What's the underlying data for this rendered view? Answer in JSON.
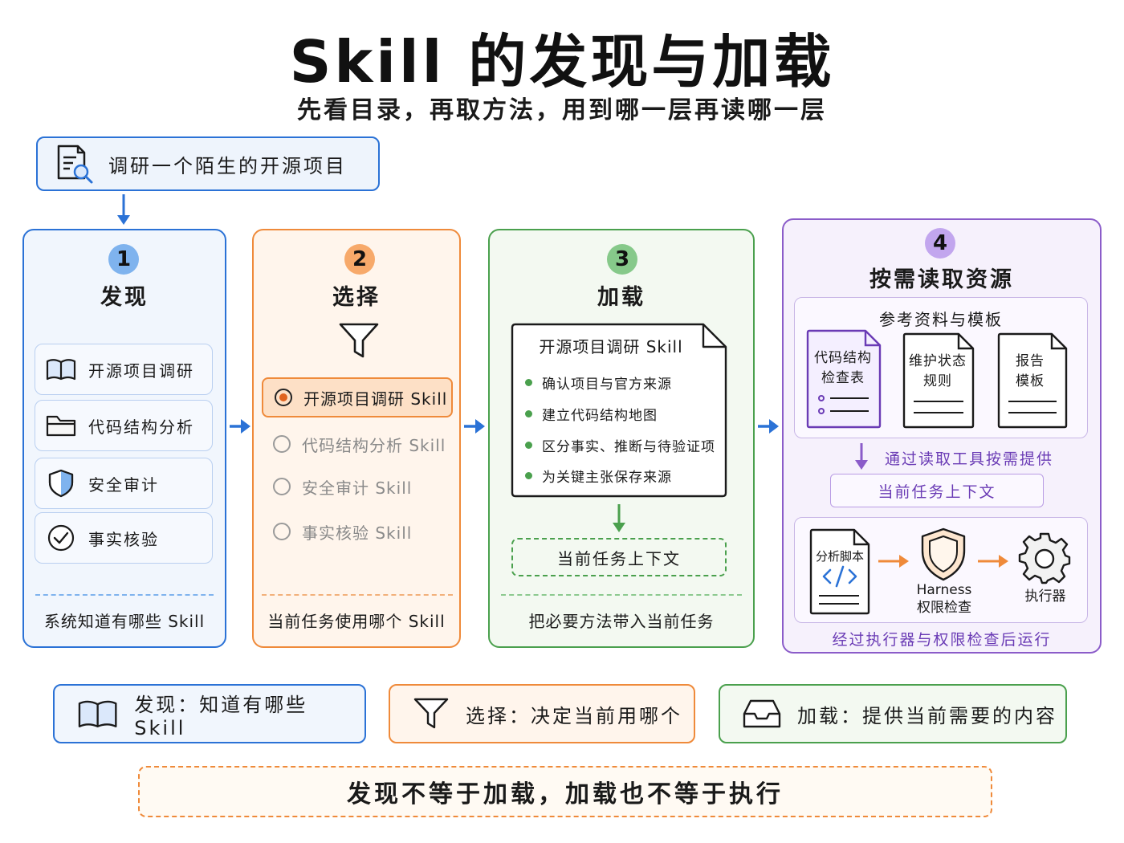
{
  "header": {
    "title": "Skill 的发现与加载",
    "subtitle": "先看目录，再取方法，用到哪一层再读哪一层"
  },
  "task": {
    "label": "调研一个陌生的开源项目",
    "icon": "document-search-icon"
  },
  "stages": [
    {
      "number": "1",
      "title": "发现",
      "badge_color": "#7fb3ee",
      "items": [
        {
          "label": "开源项目调研",
          "icon": "book-icon"
        },
        {
          "label": "代码结构分析",
          "icon": "folder-icon"
        },
        {
          "label": "安全审计",
          "icon": "shield-icon"
        },
        {
          "label": "事实核验",
          "icon": "check-circle-icon"
        }
      ],
      "footer": "系统知道有哪些 Skill"
    },
    {
      "number": "2",
      "title": "选择",
      "badge_color": "#f7a96a",
      "icon": "filter-icon",
      "options": [
        {
          "label": "开源项目调研 Skill",
          "selected": true
        },
        {
          "label": "代码结构分析 Skill",
          "selected": false
        },
        {
          "label": "安全审计 Skill",
          "selected": false
        },
        {
          "label": "事实核验 Skill",
          "selected": false
        }
      ],
      "footer": "当前任务使用哪个 Skill"
    },
    {
      "number": "3",
      "title": "加载",
      "badge_color": "#86c98a",
      "doc_title": "开源项目调研 Skill",
      "bullets": [
        "确认项目与官方来源",
        "建立代码结构地图",
        "区分事实、推断与待验证项",
        "为关键主张保存来源"
      ],
      "context": "当前任务上下文",
      "footer": "把必要方法带入当前任务"
    },
    {
      "number": "4",
      "title": "按需读取资源",
      "badge_color": "#c2a6ee",
      "references_title": "参考资料与模板",
      "references": [
        {
          "lines": [
            "代码结构",
            "检查表"
          ]
        },
        {
          "lines": [
            "维护状态",
            "规则"
          ]
        },
        {
          "lines": [
            "报告",
            "模板"
          ]
        }
      ],
      "provide_text": "通过读取工具按需提供",
      "context": "当前任务上下文",
      "script_label": "分析脚本",
      "harness_lines": [
        "Harness",
        "权限检查"
      ],
      "executor_label": "执行器",
      "footer": "经过执行器与权限检查后运行"
    }
  ],
  "summary": [
    {
      "label": "发现：知道有哪些 Skill",
      "icon": "book-icon"
    },
    {
      "label": "选择：决定当前用哪个",
      "icon": "filter-icon"
    },
    {
      "label": "加载：提供当前需要的内容",
      "icon": "inbox-icon"
    }
  ],
  "final_note": "发现不等于加载，加载也不等于执行",
  "colors": {
    "blue": "#2b72d6",
    "orange": "#ef8a3a",
    "green": "#4aa04d",
    "purple": "#8b5cc9"
  }
}
